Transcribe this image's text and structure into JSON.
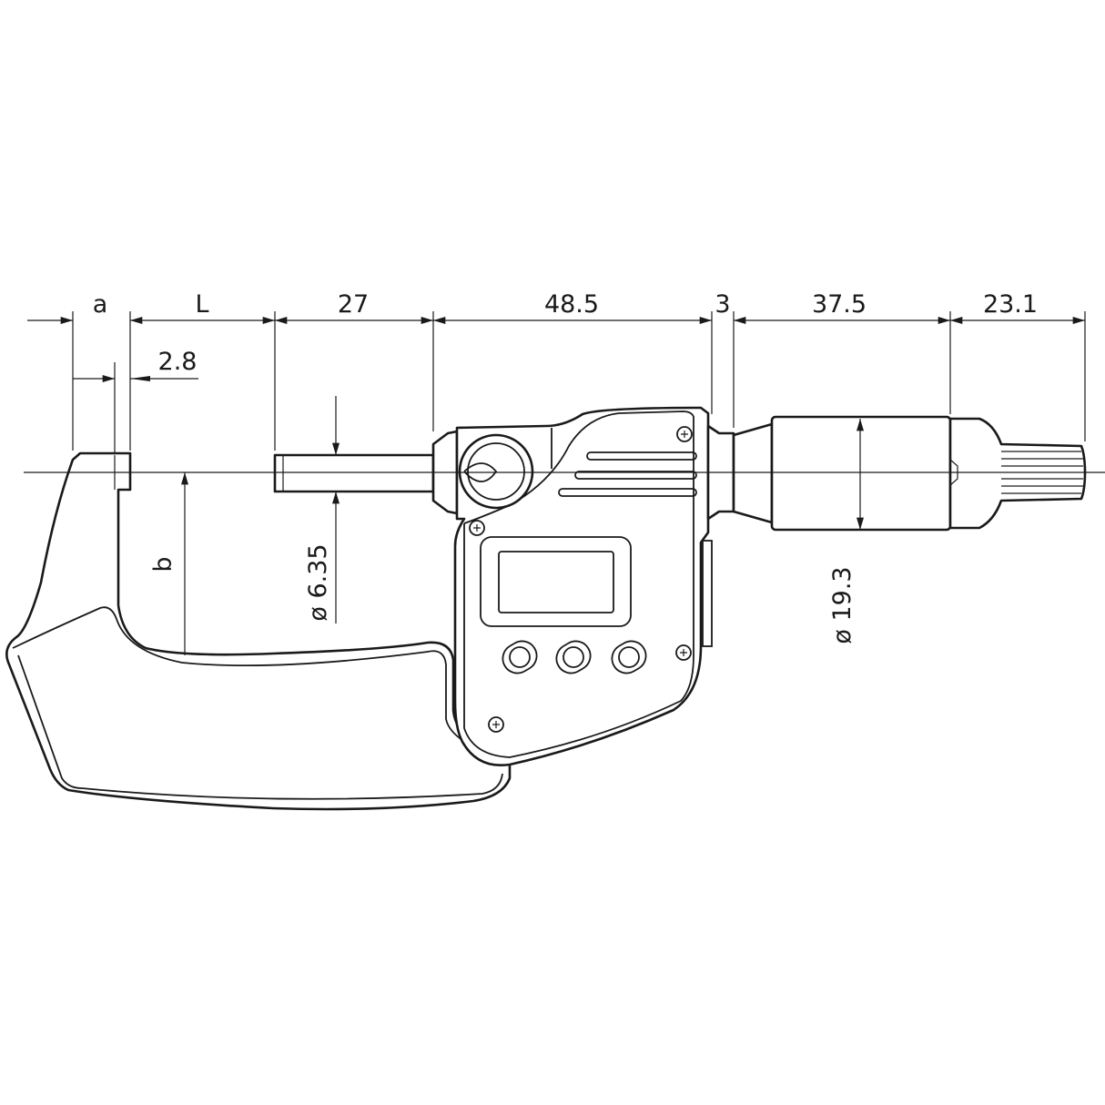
{
  "dimensions": {
    "a": "a",
    "L": "L",
    "spindle_length": "27",
    "body_length": "48.5",
    "sleeve_gap": "3",
    "thimble_length": "37.5",
    "ratchet_length": "23.1",
    "anvil_width": "2.8",
    "b": "b",
    "spindle_diameter": "ø 6.35",
    "thimble_diameter": "ø 19.3"
  }
}
